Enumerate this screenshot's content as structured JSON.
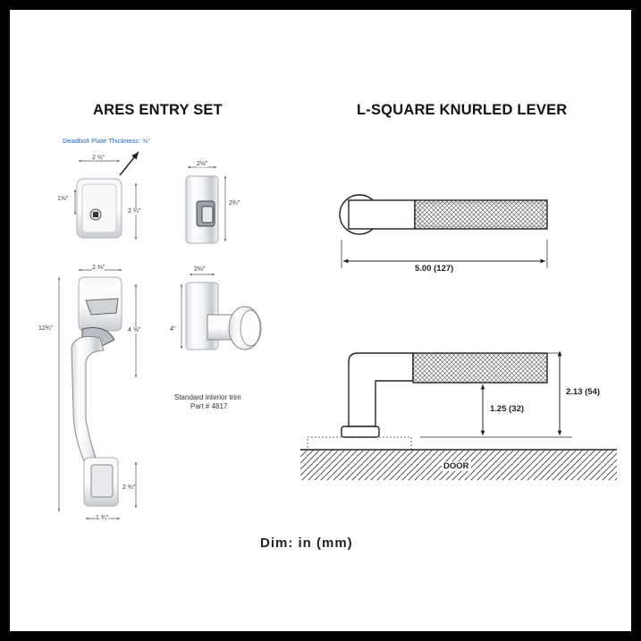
{
  "left_title": "ARES ENTRY SET",
  "right_title": "L-SQUARE KNURLED LEVER",
  "deadbolt_note": "Deadbolt Plate Thickness: ⅝\"",
  "dims": {
    "deadbolt_width": "2 ½\"",
    "deadbolt_height": "2 ¾\"",
    "deadbolt_cyl": "1⅝\"",
    "interior_width": "2½\"",
    "interior_height": "2¾\"",
    "handle_width": "2 ⅜\"",
    "handle_overall": "12¾\"",
    "handle_upper": "4 ⅝\"",
    "handle_lower": "2 ¾\"",
    "handle_bottom_w": "1 ¾\"",
    "knob_width": "2⅜\"",
    "knob_height": "4\""
  },
  "trim_note": "Standard interior trim",
  "part_note": "Part # 4817",
  "lever_length": "5.00 (127)",
  "lever_projection": "2.13 (54)",
  "lever_clearance": "1.25 (32)",
  "door_label": "DOOR",
  "footer": "Dim: in (mm)"
}
